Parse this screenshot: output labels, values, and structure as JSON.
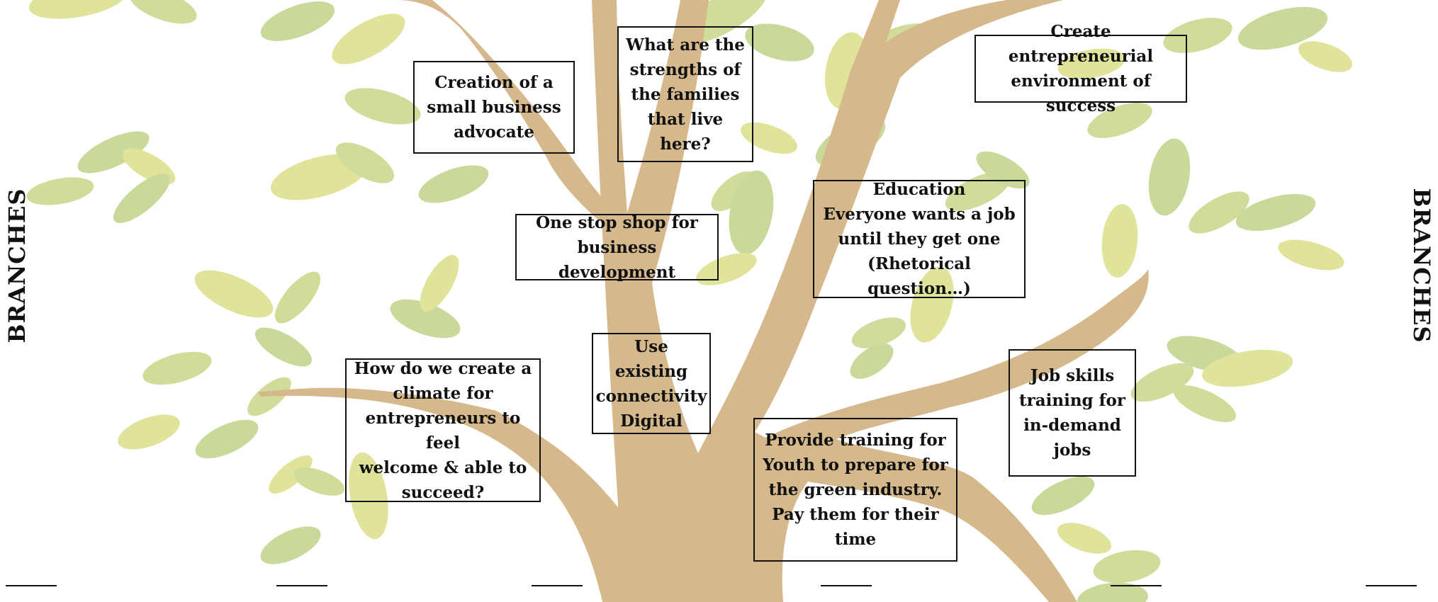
{
  "colors": {
    "trunk": "#d5b88b",
    "leaf_light": "#e0e49a",
    "leaf_mid": "#d0dd9a",
    "leaf_green": "#c8d99a",
    "text": "#111111",
    "background": "#ffffff"
  },
  "side_titles": {
    "left": "BRANCHES",
    "right": "BRANCHES"
  },
  "notes": {
    "small_business_advocate": "Creation of a\nsmall business\nadvocate",
    "family_strengths": "What are the\nstrengths of\nthe families\nthat live here?",
    "entrepreneurial_environment": "Create entrepreneurial\nenvironment of success",
    "one_stop_shop": "One stop shop for\nbusiness development",
    "education": "Education\nEveryone wants a job\nuntil they get one\n(Rhetorical question…)",
    "connectivity": "Use existing\nconnectivity\nDigital",
    "climate_for_entrepreneurs": "How do we create a\nclimate for\nentrepreneurs to feel\nwelcome & able to\nsucceed?",
    "green_industry_training": "Provide training for\nYouth to prepare for\nthe green industry.\nPay them for their\ntime",
    "job_skills": "Job skills\ntraining for\nin-demand\njobs"
  },
  "blank_lines_count": 6
}
